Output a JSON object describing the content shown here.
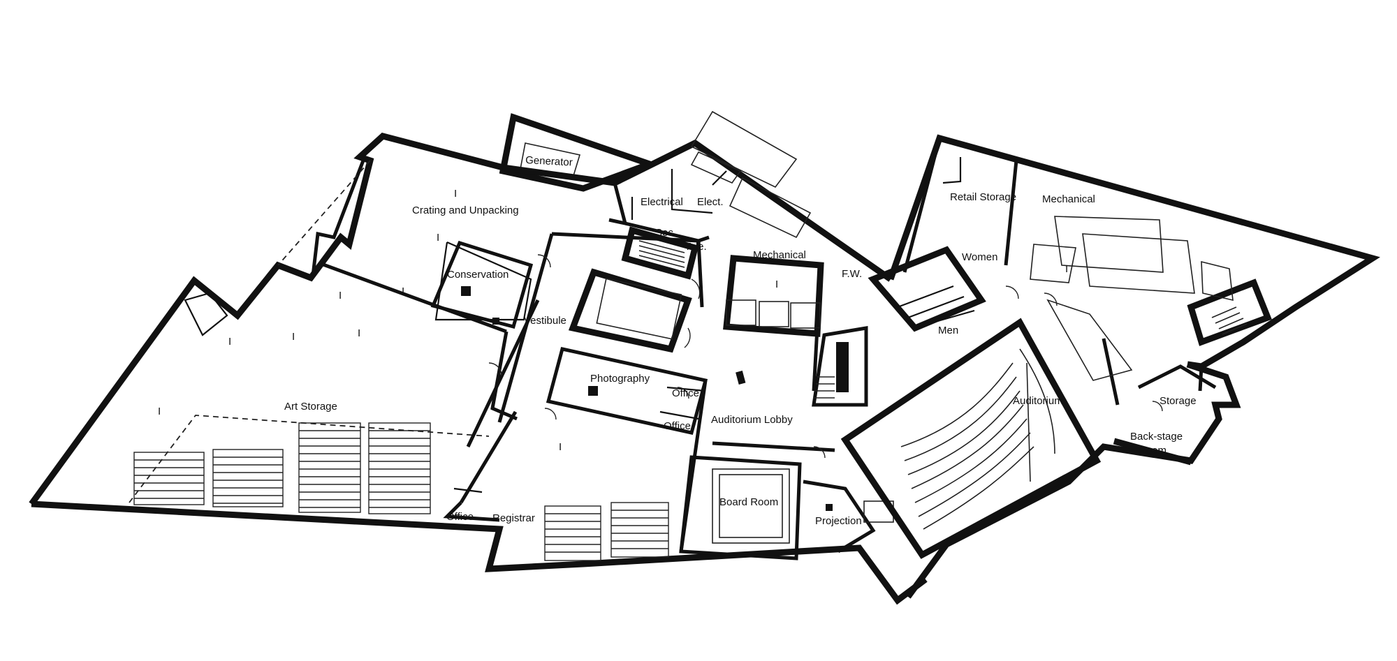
{
  "plan": {
    "rooms": {
      "generator": "Generator",
      "crating": "Crating and Unpacking",
      "conservation": "Conservation",
      "electrical": "Electrical",
      "elect": "Elect.",
      "sec": "Sec.",
      "tele": "Tele.",
      "mechanical_center": "Mechanical",
      "fw": "F.W.",
      "vestibule": "Vestibule",
      "photography": "Photography",
      "office_a": "Office",
      "office_b": "Office",
      "auditorium_lobby": "Auditorium Lobby",
      "art_storage": "Art Storage",
      "office_c": "Office",
      "registrar": "Registrar",
      "board_room": "Board Room",
      "projection": "Projection",
      "retail_storage": "Retail Storage",
      "mechanical_east": "Mechanical",
      "women": "Women",
      "men": "Men",
      "auditorium": "Auditorium",
      "storage": "Storage",
      "backstage_1": "Back-stage",
      "backstage_2": "Room"
    }
  }
}
